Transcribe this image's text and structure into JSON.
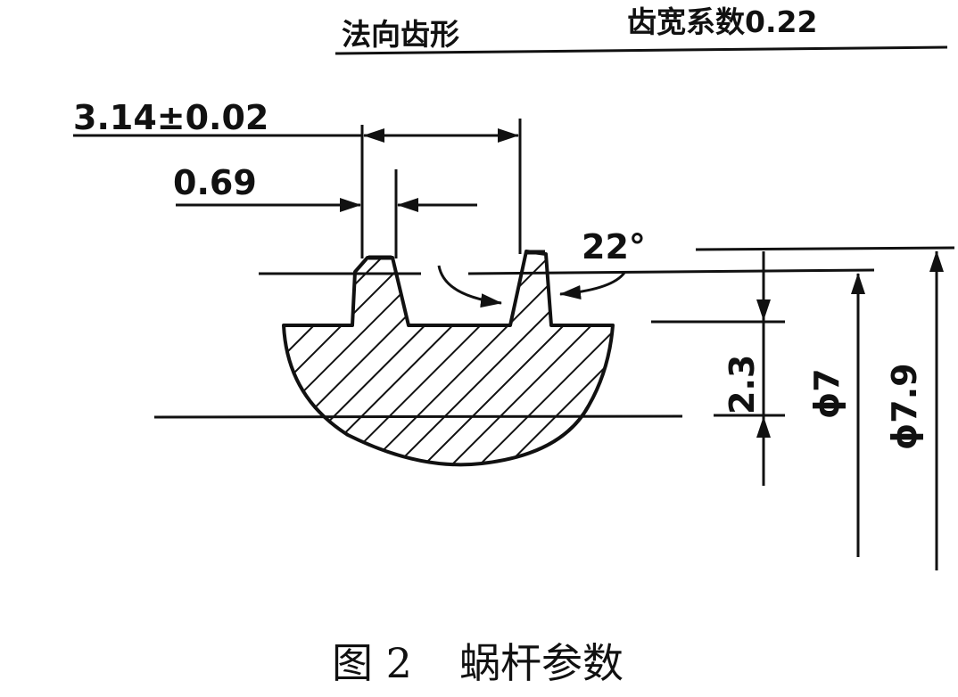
{
  "header": {
    "left": "法向齿形",
    "right": "齿宽系数0.22"
  },
  "dimensions": {
    "pitch": "3.14±0.02",
    "tip_width": "0.69",
    "angle": "22°",
    "depth": "2.3",
    "root_diameter": "ϕ7",
    "outer_diameter": "ϕ7.9"
  },
  "caption": {
    "figure": "图 2",
    "title": "蜗杆参数"
  }
}
